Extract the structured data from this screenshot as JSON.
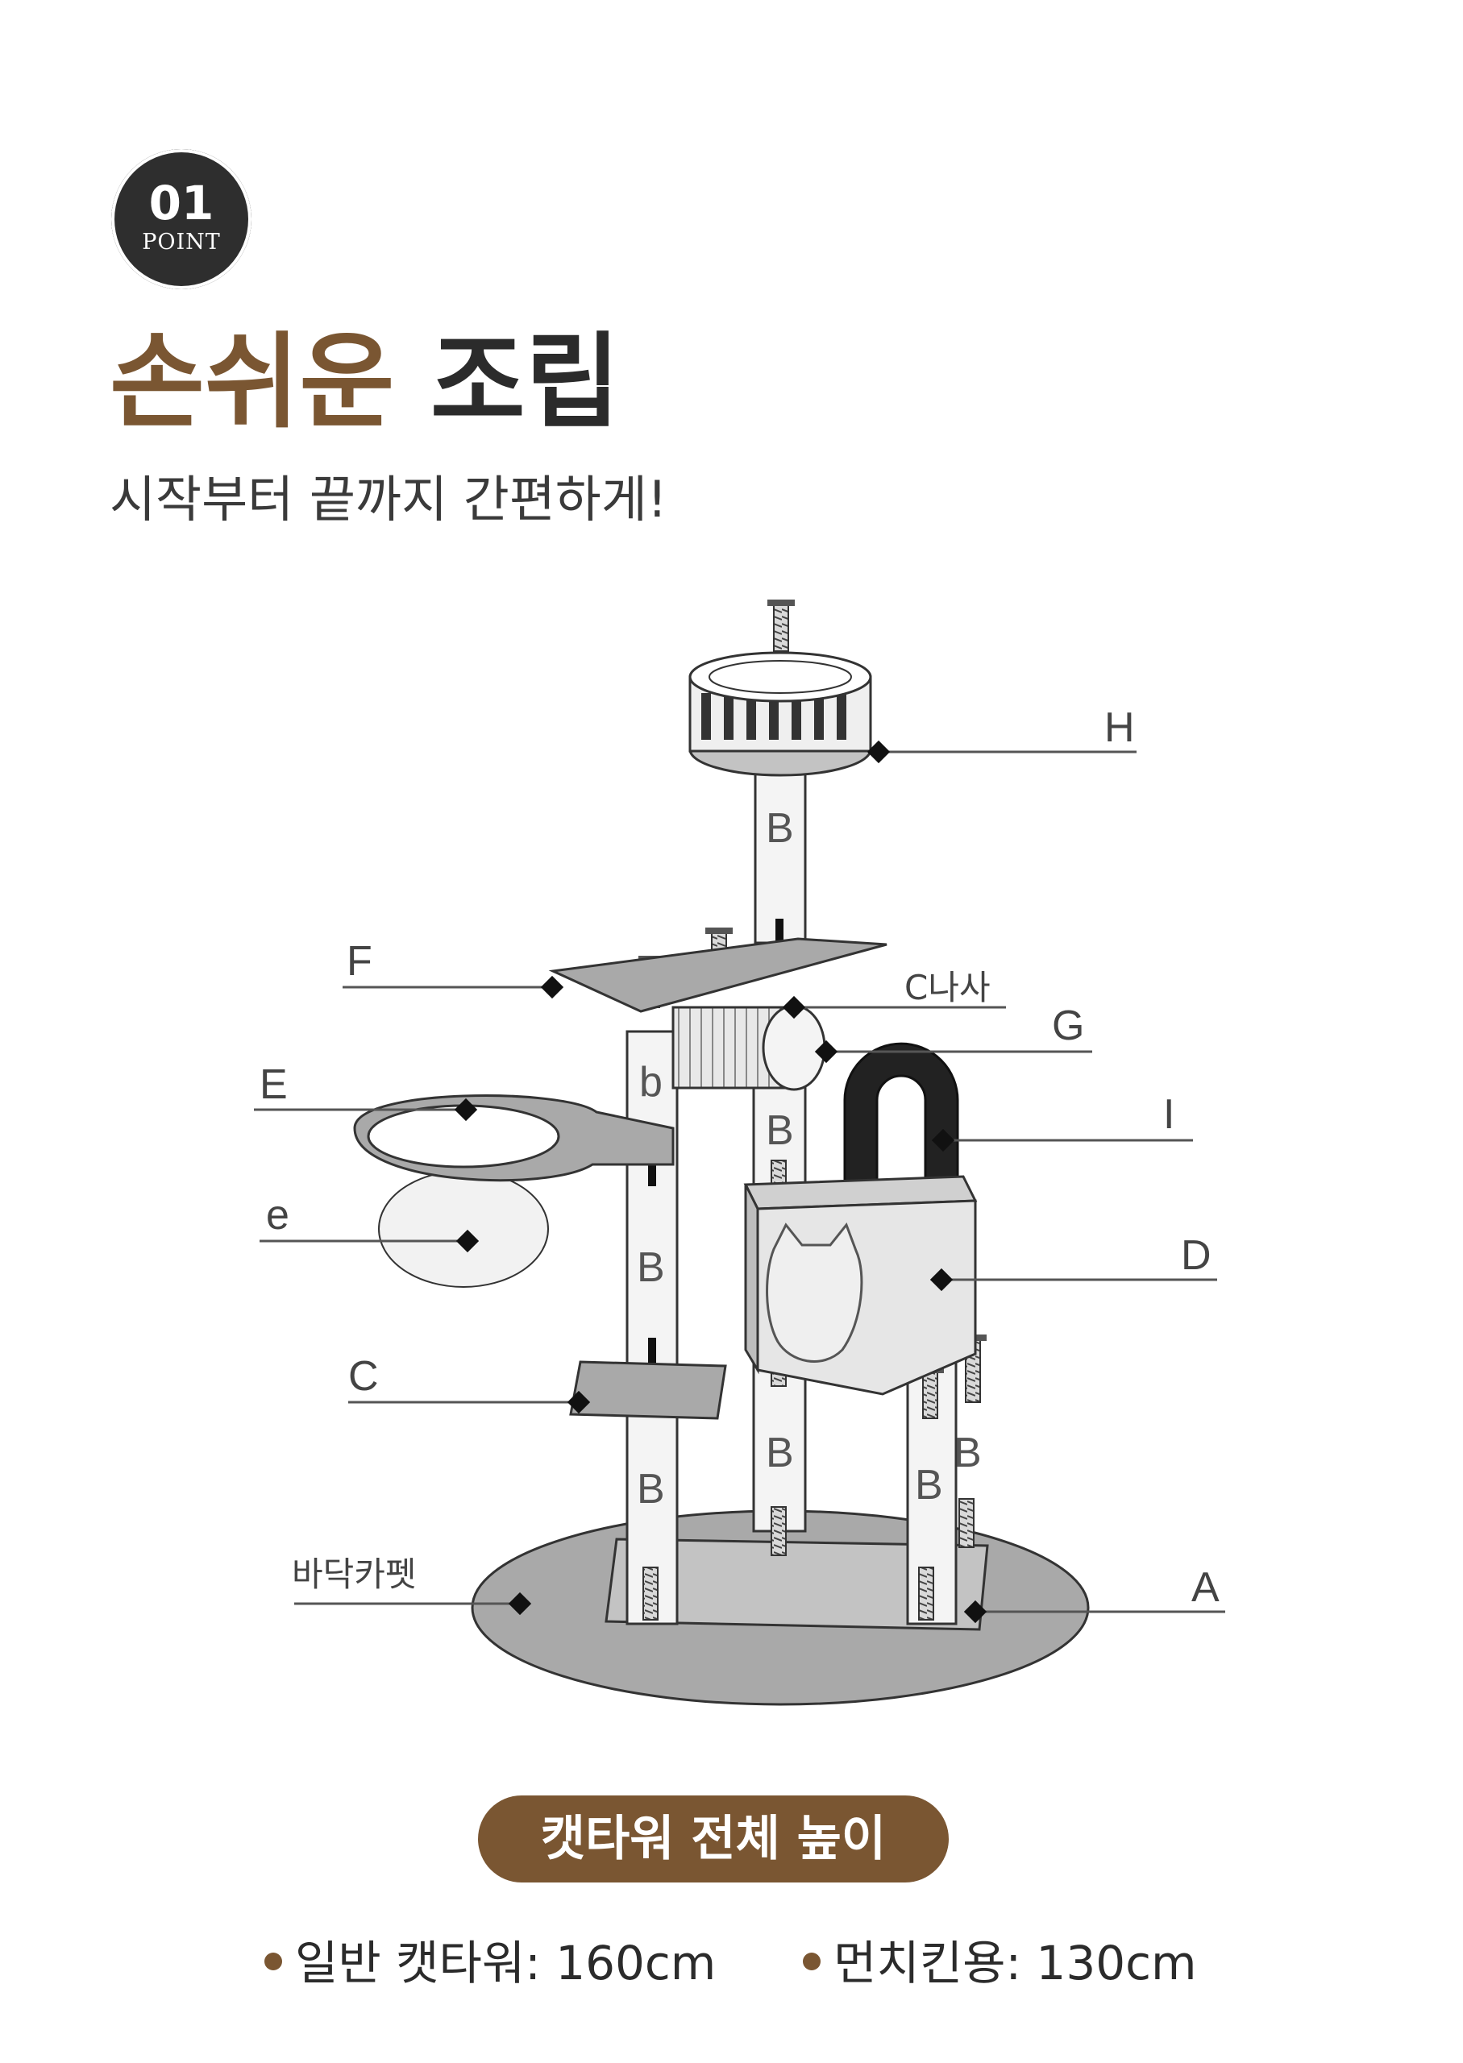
{
  "badge": {
    "number": "01",
    "word": "POINT"
  },
  "title": {
    "accent": "손쉬운",
    "rest": "조립"
  },
  "subtitle": "시작부터 끝까지 간편하게!",
  "diagram": {
    "labels": {
      "H": "H",
      "F": "F",
      "c_screw": "C나사",
      "G": "G",
      "E": "E",
      "I": "I",
      "e": "e",
      "D": "D",
      "C": "C",
      "floor_carpet": "바닥카펫",
      "A": "A"
    },
    "pole_labels": {
      "top": "B",
      "short_b": "b",
      "mid_left": "B",
      "center_upper": "B",
      "lower_left": "B",
      "lower_center": "B",
      "lower_right": "B",
      "far_right": "B"
    }
  },
  "height": {
    "title": "캣타워 전체 높이",
    "specs": [
      {
        "label": "일반 캣타워: 160cm"
      },
      {
        "label": "먼치킨용: 130cm"
      }
    ]
  },
  "colors": {
    "accent": "#7a5632",
    "dark": "#2e2e2e",
    "part_gray": "#a9a9a9"
  }
}
